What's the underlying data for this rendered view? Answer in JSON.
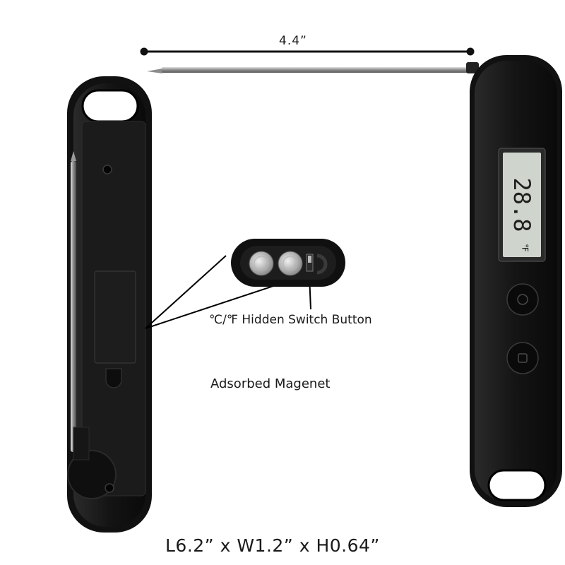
{
  "annotations": {
    "probe_length": "4.4”",
    "switch_button": "℃/℉ Hidden Switch Button",
    "magnet": "Adsorbed Magenet",
    "dimensions": "L6.2” x W1.2” x H0.64”"
  },
  "display": {
    "reading": "28.8",
    "unit": "℉"
  },
  "icons": {
    "power_button": "power-icon",
    "hold_button": "hold-icon",
    "battery": "coin-battery-icon"
  },
  "colors": {
    "body": "#141414",
    "lcd": "#cfd4cc",
    "probe": "#a8a8a8",
    "annotation": "#1a1a1a"
  }
}
